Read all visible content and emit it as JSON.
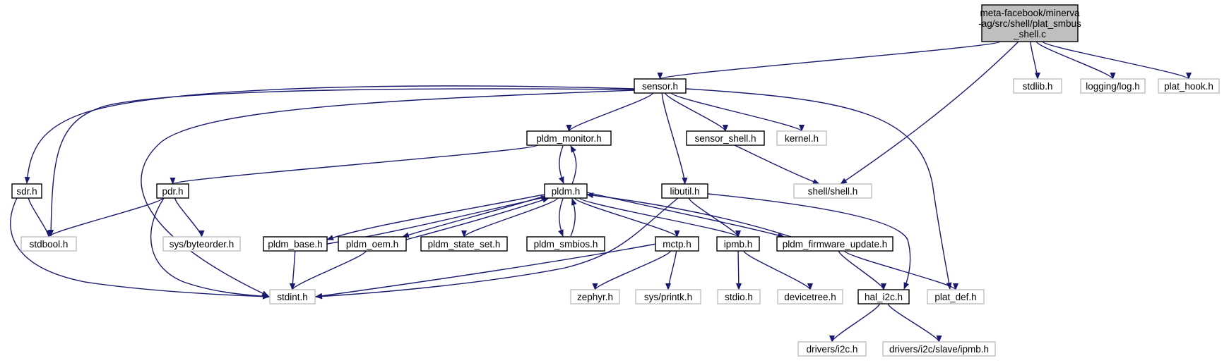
{
  "colors": {
    "edge": "#191970",
    "root_fill": "#bfbfbf",
    "root_stroke": "#000000",
    "doc_stroke": "#000000",
    "ext_stroke": "#bfbfbf",
    "node_fill": "#ffffff"
  },
  "nodes": {
    "root": {
      "lines": [
        "meta-facebook/minerva",
        "-ag/src/shell/plat_smbus",
        "_shell.c"
      ],
      "kind": "root"
    },
    "sensor": {
      "lines": [
        "sensor.h"
      ],
      "kind": "doc"
    },
    "stdlib": {
      "lines": [
        "stdlib.h"
      ],
      "kind": "ext"
    },
    "logging": {
      "lines": [
        "logging/log.h"
      ],
      "kind": "ext"
    },
    "plat_hook": {
      "lines": [
        "plat_hook.h"
      ],
      "kind": "ext"
    },
    "pldm_monitor": {
      "lines": [
        "pldm_monitor.h"
      ],
      "kind": "doc"
    },
    "sensor_shell": {
      "lines": [
        "sensor_shell.h"
      ],
      "kind": "doc"
    },
    "kernel": {
      "lines": [
        "kernel.h"
      ],
      "kind": "ext"
    },
    "sdr": {
      "lines": [
        "sdr.h"
      ],
      "kind": "doc"
    },
    "pdr": {
      "lines": [
        "pdr.h"
      ],
      "kind": "doc"
    },
    "pldm": {
      "lines": [
        "pldm.h"
      ],
      "kind": "doc"
    },
    "libutil": {
      "lines": [
        "libutil.h"
      ],
      "kind": "doc"
    },
    "shell": {
      "lines": [
        "shell/shell.h"
      ],
      "kind": "ext"
    },
    "stdbool": {
      "lines": [
        "stdbool.h"
      ],
      "kind": "ext"
    },
    "sys_byteorder": {
      "lines": [
        "sys/byteorder.h"
      ],
      "kind": "ext"
    },
    "pldm_base": {
      "lines": [
        "pldm_base.h"
      ],
      "kind": "doc"
    },
    "pldm_oem": {
      "lines": [
        "pldm_oem.h"
      ],
      "kind": "doc"
    },
    "pldm_state_set": {
      "lines": [
        "pldm_state_set.h"
      ],
      "kind": "doc"
    },
    "pldm_smbios": {
      "lines": [
        "pldm_smbios.h"
      ],
      "kind": "doc"
    },
    "mctp": {
      "lines": [
        "mctp.h"
      ],
      "kind": "doc"
    },
    "ipmb": {
      "lines": [
        "ipmb.h"
      ],
      "kind": "doc"
    },
    "pldm_firmware_update": {
      "lines": [
        "pldm_firmware_update.h"
      ],
      "kind": "doc"
    },
    "stdint": {
      "lines": [
        "stdint.h"
      ],
      "kind": "ext"
    },
    "zephyr": {
      "lines": [
        "zephyr.h"
      ],
      "kind": "ext"
    },
    "sys_printk": {
      "lines": [
        "sys/printk.h"
      ],
      "kind": "ext"
    },
    "stdio": {
      "lines": [
        "stdio.h"
      ],
      "kind": "ext"
    },
    "devicetree": {
      "lines": [
        "devicetree.h"
      ],
      "kind": "ext"
    },
    "hal_i2c": {
      "lines": [
        "hal_i2c.h"
      ],
      "kind": "doc"
    },
    "plat_def": {
      "lines": [
        "plat_def.h"
      ],
      "kind": "ext"
    },
    "drivers_i2c": {
      "lines": [
        "drivers/i2c.h"
      ],
      "kind": "ext"
    },
    "drivers_i2c_slave_ipmb": {
      "lines": [
        "drivers/i2c/slave/ipmb.h"
      ],
      "kind": "ext"
    }
  },
  "edges": [
    [
      "root",
      "sensor"
    ],
    [
      "root",
      "stdlib"
    ],
    [
      "root",
      "logging"
    ],
    [
      "root",
      "plat_hook"
    ],
    [
      "root",
      "shell"
    ],
    [
      "sensor",
      "pldm_monitor"
    ],
    [
      "sensor",
      "sensor_shell"
    ],
    [
      "sensor",
      "kernel"
    ],
    [
      "sensor",
      "libutil"
    ],
    [
      "sensor",
      "sdr"
    ],
    [
      "sensor",
      "stdbool"
    ],
    [
      "sensor",
      "stdint"
    ],
    [
      "sensor",
      "plat_def"
    ],
    [
      "pldm_monitor",
      "pdr"
    ],
    [
      "pldm_monitor",
      "pldm"
    ],
    [
      "pldm",
      "pldm_monitor"
    ],
    [
      "sensor_shell",
      "shell"
    ],
    [
      "sdr",
      "stdbool"
    ],
    [
      "sdr",
      "stdint"
    ],
    [
      "pdr",
      "stdbool"
    ],
    [
      "pdr",
      "sys_byteorder"
    ],
    [
      "pdr",
      "stdint"
    ],
    [
      "pldm",
      "pldm_base"
    ],
    [
      "pldm_base",
      "pldm"
    ],
    [
      "pldm",
      "pldm_oem"
    ],
    [
      "pldm_oem",
      "pldm"
    ],
    [
      "pldm",
      "pldm_state_set"
    ],
    [
      "pldm",
      "pldm_smbios"
    ],
    [
      "pldm_smbios",
      "pldm"
    ],
    [
      "pldm",
      "mctp"
    ],
    [
      "pldm",
      "ipmb"
    ],
    [
      "pldm",
      "pldm_firmware_update"
    ],
    [
      "pldm_firmware_update",
      "pldm"
    ],
    [
      "libutil",
      "stdint"
    ],
    [
      "libutil",
      "ipmb"
    ],
    [
      "libutil",
      "hal_i2c"
    ],
    [
      "pldm_base",
      "stdint"
    ],
    [
      "pldm_oem",
      "stdint"
    ],
    [
      "mctp",
      "stdint"
    ],
    [
      "mctp",
      "zephyr"
    ],
    [
      "mctp",
      "sys_printk"
    ],
    [
      "ipmb",
      "stdio"
    ],
    [
      "ipmb",
      "devicetree"
    ],
    [
      "pldm_firmware_update",
      "hal_i2c"
    ],
    [
      "pldm_firmware_update",
      "plat_def"
    ],
    [
      "hal_i2c",
      "drivers_i2c"
    ],
    [
      "hal_i2c",
      "drivers_i2c_slave_ipmb"
    ]
  ]
}
